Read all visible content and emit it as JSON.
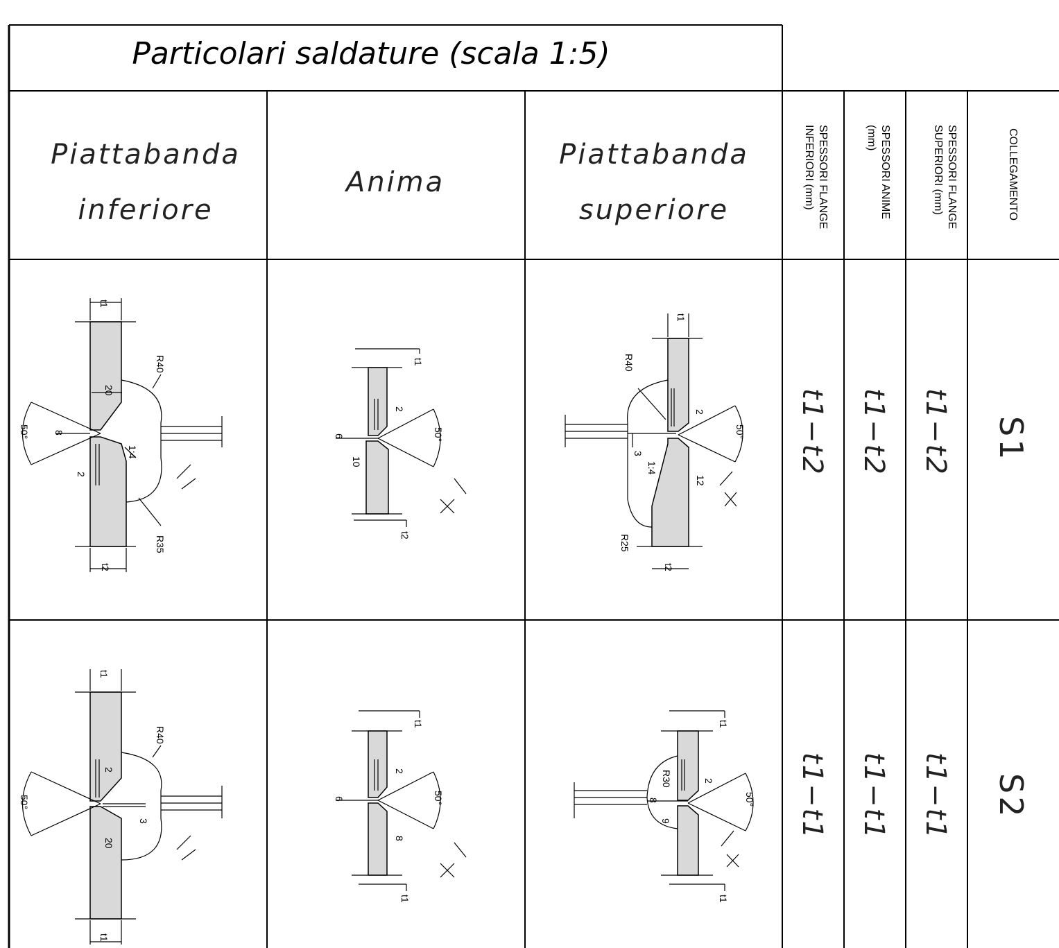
{
  "title": "Particolari  saldature  (scala  1:5)",
  "headers": {
    "col1": [
      "Piattabanda",
      "inferiore"
    ],
    "col2": "Anima",
    "col3": [
      "Piattabanda",
      "superiore"
    ],
    "col4": [
      "SPESSORI  FLANGE",
      "INFERIORI  (mm)"
    ],
    "col5": [
      "SPESSORI  ANIME",
      "(mm)"
    ],
    "col6": [
      "SPESSORI  FLANGE",
      "SUPERIORI  (mm)"
    ],
    "col7": "COLLEGAMENTO"
  },
  "rows": [
    {
      "flange_inf": "t1−t2",
      "anime": "t1−t2",
      "flange_sup": "t1−t2",
      "code": "S1",
      "inf_labels": {
        "t_top": "t1",
        "t_bot": "t2",
        "r_top": "R40",
        "r_bot": "R35",
        "gap": "20",
        "root": "8",
        "land": "2",
        "slope": "1:4",
        "angle": "50°"
      },
      "web_labels": {
        "t_top": "t1",
        "t_bot": "t2",
        "root": "6",
        "land": "2",
        "gap": "10",
        "angle": "50°"
      },
      "sup_labels": {
        "t_top": "t1",
        "t_bot": "t2",
        "r_top": "R40",
        "r_bot": "R25",
        "land": "2",
        "root": "3",
        "slope": "1:4",
        "gap": "12",
        "angle": "50°"
      }
    },
    {
      "flange_inf": "t1−t1",
      "anime": "t1−t1",
      "flange_sup": "t1−t1",
      "code": "S2",
      "inf_labels": {
        "t_top": "t1",
        "t_bot": "t1",
        "r_top": "R40",
        "gap": "20",
        "root": "3",
        "land": "2",
        "angle": "50°"
      },
      "web_labels": {
        "t_top": "t1",
        "t_bot": "t1",
        "root": "6",
        "land": "2",
        "gap": "8",
        "angle": "50°"
      },
      "sup_labels": {
        "t_top": "t1",
        "t_bot": "t1",
        "r_top": "R30",
        "root": "8",
        "land": "2",
        "gap": "9",
        "angle": "50°"
      }
    }
  ]
}
